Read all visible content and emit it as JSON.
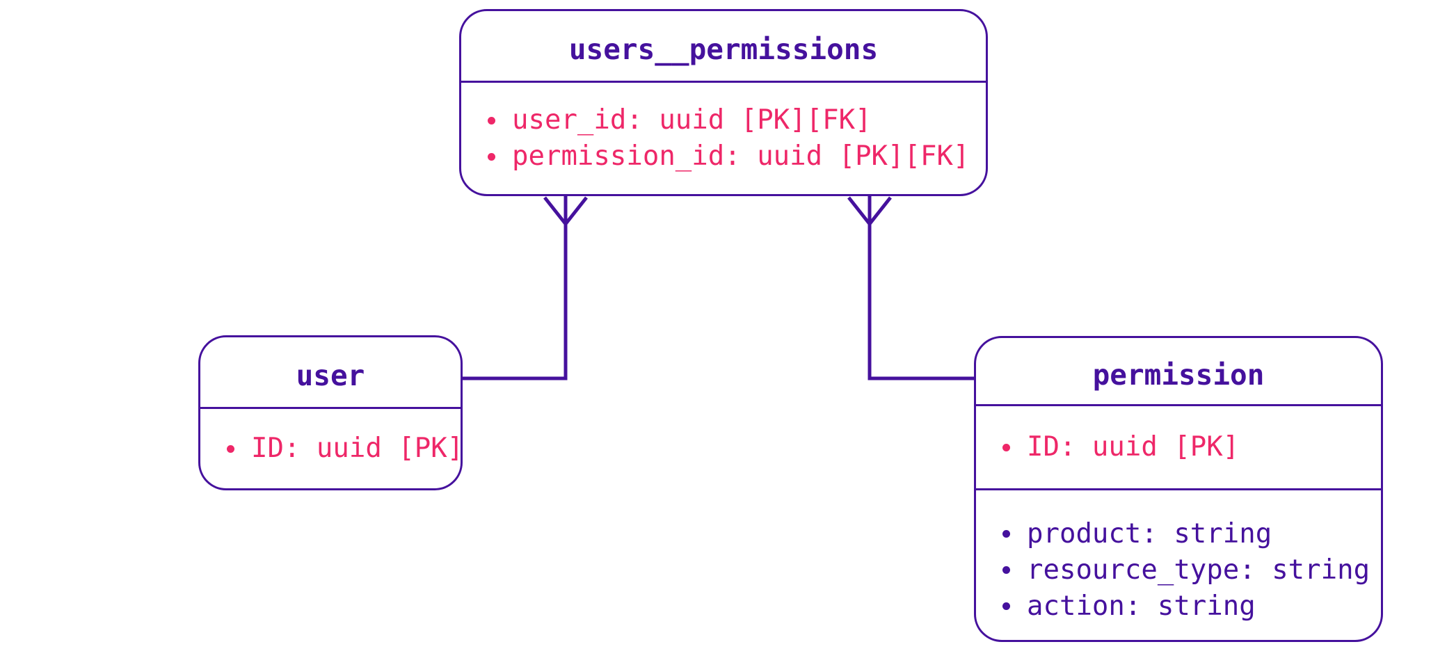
{
  "diagram": {
    "type": "entity-relationship",
    "colors": {
      "line": "#45119d",
      "title_text": "#45119d",
      "field_text": "#45119d",
      "key_field_text": "#ee2768",
      "background": "#ffffff"
    },
    "entities": [
      {
        "name": "users__permissions",
        "sections": [
          {
            "fields": [
              {
                "text": "user_id: uuid [PK][FK]",
                "pk": true
              },
              {
                "text": "permission_id: uuid [PK][FK]",
                "pk": true
              }
            ]
          }
        ]
      },
      {
        "name": "user",
        "sections": [
          {
            "fields": [
              {
                "text": "ID: uuid [PK]",
                "pk": true
              }
            ]
          }
        ]
      },
      {
        "name": "permission",
        "sections": [
          {
            "fields": [
              {
                "text": "ID: uuid [PK]",
                "pk": true
              }
            ]
          },
          {
            "fields": [
              {
                "text": "product: string",
                "pk": false
              },
              {
                "text": "resource_type: string",
                "pk": false
              },
              {
                "text": "action: string",
                "pk": false
              }
            ]
          }
        ]
      }
    ],
    "relationships": [
      {
        "from": "users__permissions.user_id",
        "to": "user.ID",
        "cardinality_at_from": "many",
        "cardinality_at_to": "one"
      },
      {
        "from": "users__permissions.permission_id",
        "to": "permission.ID",
        "cardinality_at_from": "many",
        "cardinality_at_to": "one"
      }
    ]
  }
}
